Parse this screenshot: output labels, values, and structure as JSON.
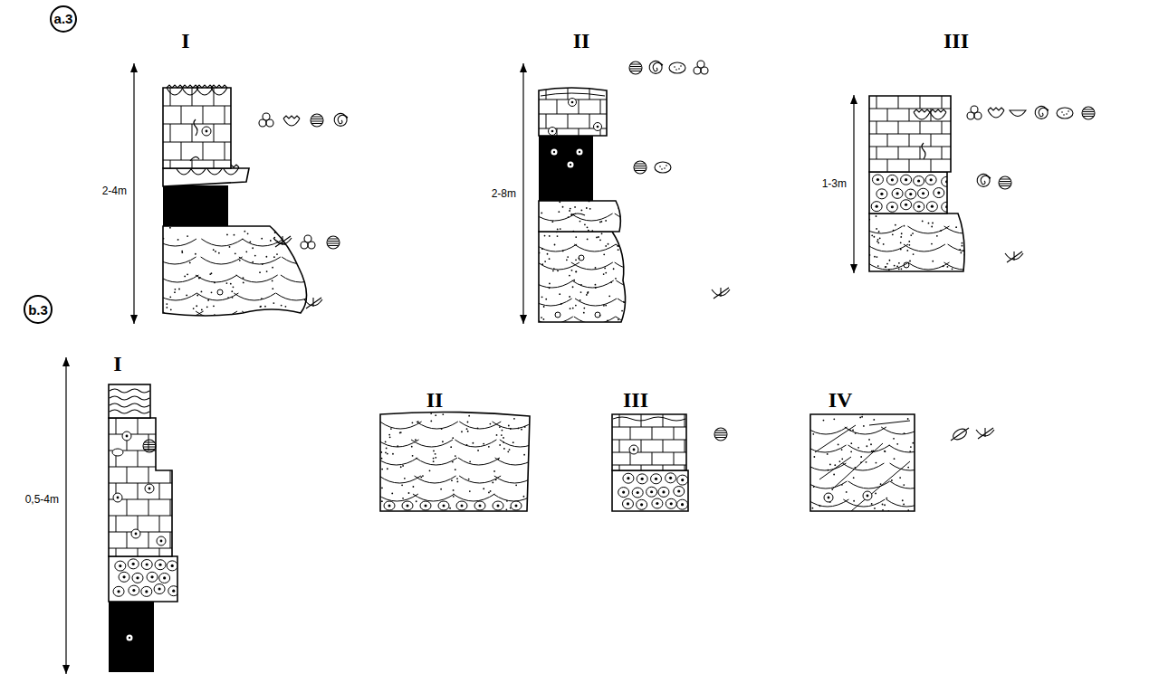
{
  "diagram": {
    "nodes": [
      {
        "text": [
          "a.3"
        ]
      },
      {
        "text": [
          "b.3"
        ]
      }
    ],
    "labels": [
      "I",
      "II",
      "III",
      "2-4m",
      "2-8m",
      "1-3m",
      "I",
      "II",
      "III",
      "IV",
      "0,5-4m"
    ]
  }
}
